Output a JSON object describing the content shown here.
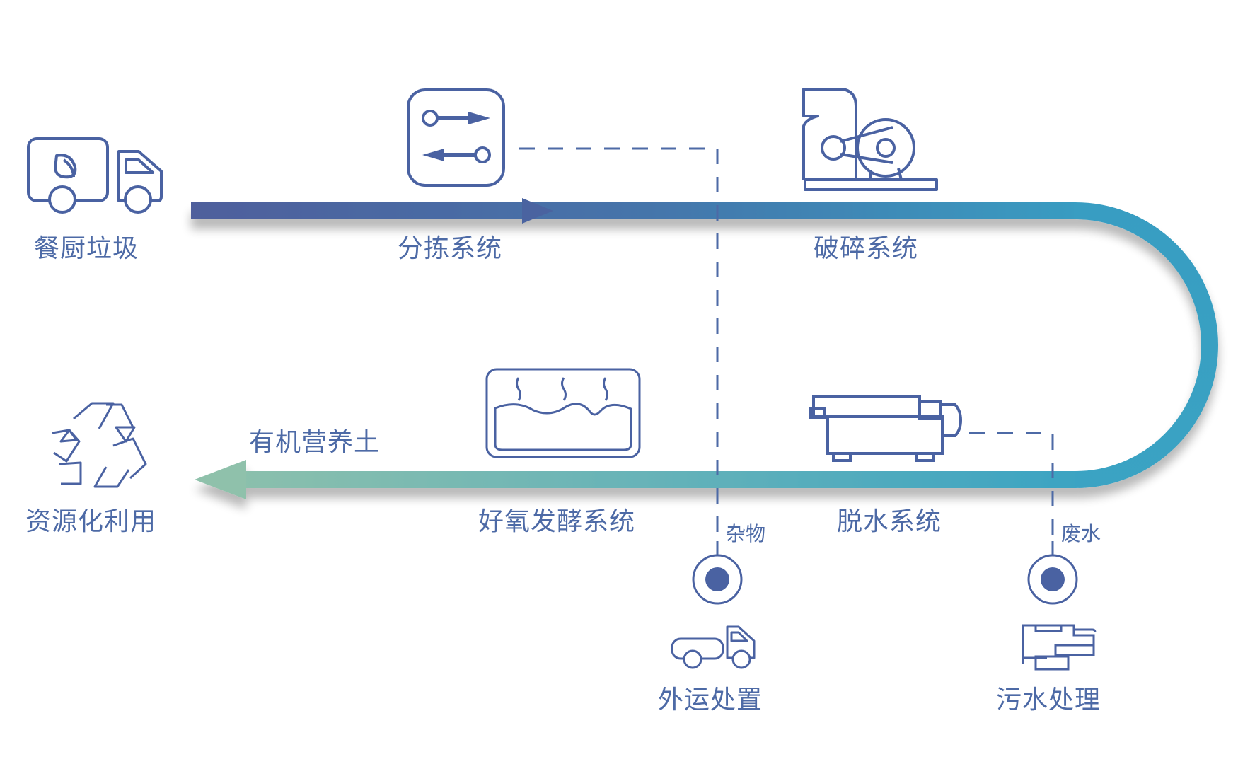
{
  "colors": {
    "primary": "#4a62a2",
    "gradient_start": "#4f5f9c",
    "gradient_mid": "#3e80b0",
    "gradient_right": "#38a2c4",
    "gradient_end": "#8fc2ad",
    "dash": "#4d6aa6"
  },
  "nodes": {
    "kitchen_waste": {
      "label": "餐厨垃圾",
      "icon": "garbage-truck-icon"
    },
    "sorting": {
      "label": "分拣系统",
      "icon": "sorting-arrows-icon"
    },
    "crushing": {
      "label": "破碎系统",
      "icon": "crusher-machine-icon"
    },
    "dewatering": {
      "label": "脱水系统",
      "icon": "dewatering-machine-icon"
    },
    "fermentation": {
      "label": "好氧发酵系统",
      "icon": "fermentation-tank-icon"
    },
    "resource_use": {
      "label": "资源化利用",
      "icon": "recycle-icon"
    },
    "external_disposal": {
      "label": "外运处置",
      "icon": "truck-icon"
    },
    "wastewater_treatment": {
      "label": "污水处理",
      "icon": "wastewater-plant-icon"
    }
  },
  "flow_labels": {
    "organic_soil": "有机营养土",
    "impurities": "杂物",
    "wastewater": "废水"
  }
}
